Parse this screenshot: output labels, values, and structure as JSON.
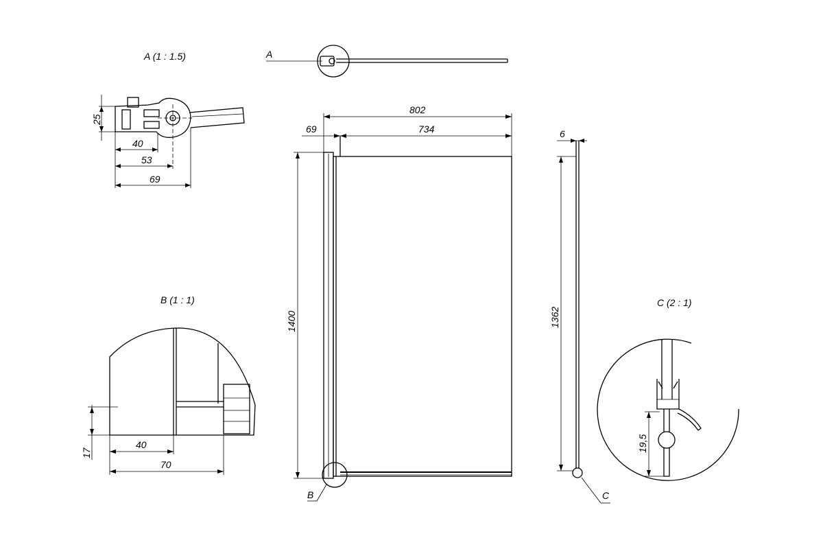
{
  "views": {
    "detail_a_title": "A (1 : 1.5)",
    "detail_b_title": "B (1 : 1)",
    "detail_c_title": "C (2 : 1)",
    "callout_a": "A",
    "callout_b": "B",
    "callout_c": "C"
  },
  "dimensions": {
    "a_25": "25",
    "a_40": "40",
    "a_53": "53",
    "a_69": "69",
    "main_802": "802",
    "main_69": "69",
    "main_734": "734",
    "main_1400": "1400",
    "side_6": "6",
    "side_1362": "1362",
    "b_17": "17",
    "b_40": "40",
    "b_70": "70",
    "c_19_5": "19,5"
  }
}
